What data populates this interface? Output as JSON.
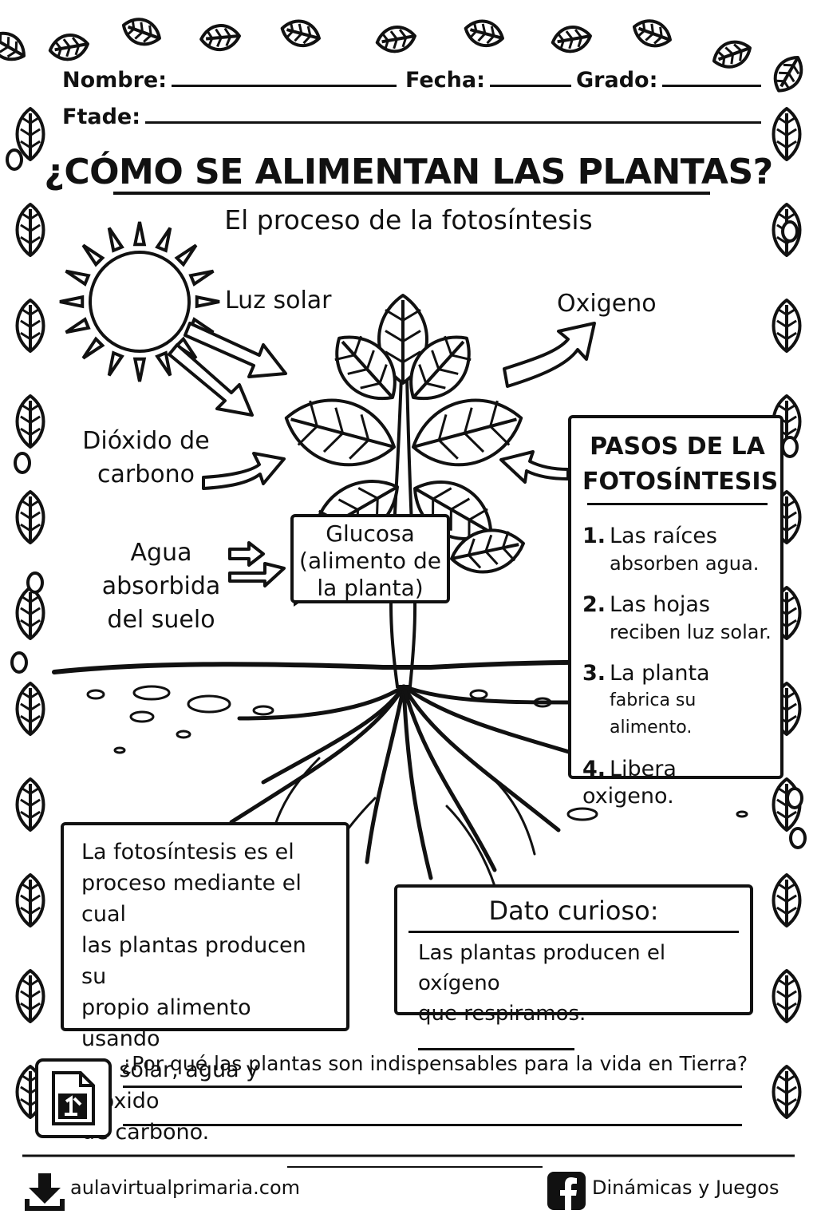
{
  "header": {
    "nombre_label": "Nombre:",
    "fecha_label": "Fecha:",
    "grado_label": "Grado:",
    "ftade_label": "Ftade:"
  },
  "title": "¿CÓMO SE ALIMENTAN LAS PLANTAS?",
  "subtitle": "El proceso de la fotosíntesis",
  "diagram": {
    "luz_solar": "Luz solar",
    "oxigeno": "Oxigeno",
    "dioxido_line1": "Dióxido de",
    "dioxido_line2": "carbono",
    "agua_line1": "Agua",
    "agua_line2": "absorbida",
    "agua_line3": "del suelo",
    "glucosa_line1": "Glucosa",
    "glucosa_line2": "(alimento de",
    "glucosa_line3": "la planta)"
  },
  "steps": {
    "title_line1": "PASOS DE LA",
    "title_line2": "FOTOSÍNTESIS",
    "items": [
      {
        "num": "1.",
        "line1": "Las raíces",
        "line2": "absorben agua."
      },
      {
        "num": "2.",
        "line1": "Las hojas",
        "line2": "reciben luz solar."
      },
      {
        "num": "3.",
        "line1": "La planta",
        "line2": "fabrica su alimento."
      },
      {
        "num": "4.",
        "line1": "Libera oxigeno.",
        "line2": ""
      }
    ]
  },
  "definition": {
    "line1": "La fotosíntesis es el",
    "line2": "proceso mediante el cual",
    "line3": "las plantas producen su",
    "line4": "propio alimento usando",
    "line5": "luz solar, agua y dióxido",
    "line6": "de carbono."
  },
  "dato": {
    "title": "Dato curioso:",
    "line1": "Las plantas producen el oxígeno",
    "line2": "que respiramos."
  },
  "question": "¿Por qué las plantas son indispensables para la vida en Tierra?",
  "footer": {
    "website": "aulavirtualprimaria.com",
    "social": "Dinámicas y Juegos",
    "download_icon": "download-icon",
    "facebook_icon": "facebook-icon"
  },
  "colors": {
    "ink": "#111111",
    "paper": "#ffffff"
  }
}
